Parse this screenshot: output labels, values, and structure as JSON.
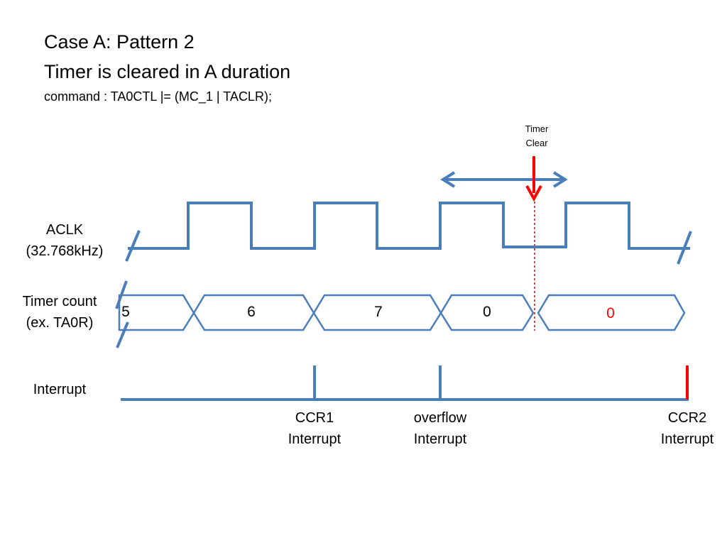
{
  "title": {
    "line1": "Case A: Pattern 2",
    "line2": "Timer is cleared in A duration",
    "command": "command : TA0CTL |= (MC_1 | TACLR);"
  },
  "signals": {
    "aclk": {
      "line1": "ACLK",
      "line2": "(32.768kHz)"
    },
    "timer_count": {
      "line1": "Timer count",
      "line2": "(ex. TA0R)"
    },
    "interrupt": {
      "line1": "Interrupt"
    }
  },
  "timer_clear": {
    "line1": "Timer",
    "line2": "Clear"
  },
  "count_values": [
    "5",
    "6",
    "7",
    "0",
    "0"
  ],
  "events": {
    "ccr1": {
      "line1": "CCR1",
      "line2": "Interrupt"
    },
    "overflow": {
      "line1": "overflow",
      "line2": "Interrupt"
    },
    "ccr2": {
      "line1": "CCR2",
      "line2": "Interrupt"
    }
  },
  "colors": {
    "signal": "#4a7ebb",
    "highlight": "#ff0000",
    "clear_line": "#c0504d",
    "text": "#000000"
  }
}
